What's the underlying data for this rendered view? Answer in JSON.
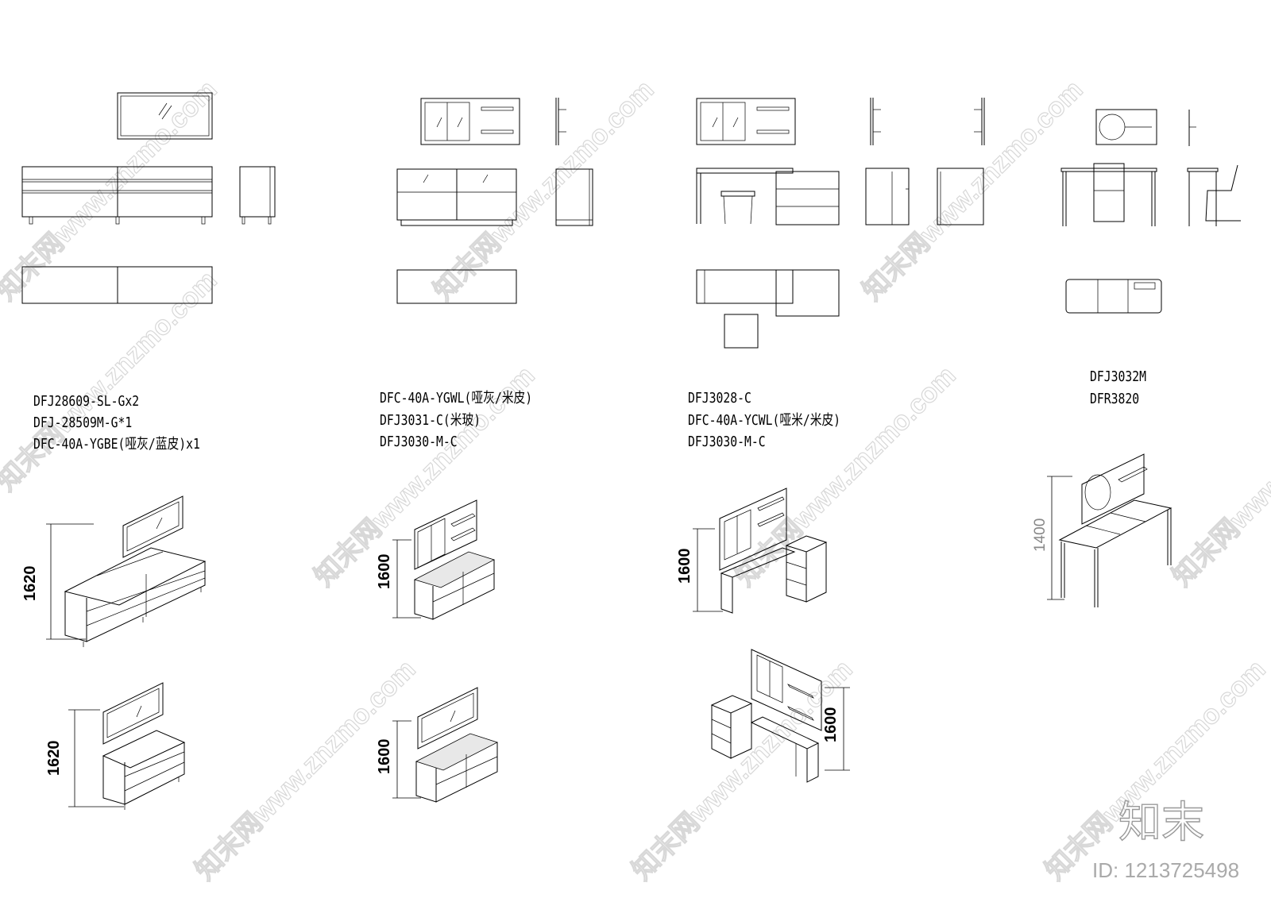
{
  "groups": [
    {
      "id": "group-1",
      "labels": [
        "DFJ28609-SL-Gx2",
        "DFJ-28509M-G*1",
        "DFC-40A-YGBE(哑灰/蓝皮)x1"
      ],
      "dims": [
        "1620",
        "1620"
      ]
    },
    {
      "id": "group-2",
      "labels": [
        "DFC-40A-YGWL(哑灰/米皮)",
        "DFJ3031-C(米玻)",
        "DFJ3030-M-C"
      ],
      "dims": [
        "1600",
        "1600"
      ]
    },
    {
      "id": "group-3",
      "labels": [
        "DFJ3028-C",
        "DFC-40A-YCWL(哑米/米皮)",
        "DFJ3030-M-C"
      ],
      "dims": [
        "1600",
        "1600"
      ]
    },
    {
      "id": "group-4",
      "labels": [
        "DFJ3032M",
        "DFR3820"
      ],
      "dims": [
        "1400"
      ]
    }
  ],
  "watermark": {
    "text": "知末网www.znzmo.com",
    "logo": "知末",
    "id_text": "ID: 1213725498"
  }
}
